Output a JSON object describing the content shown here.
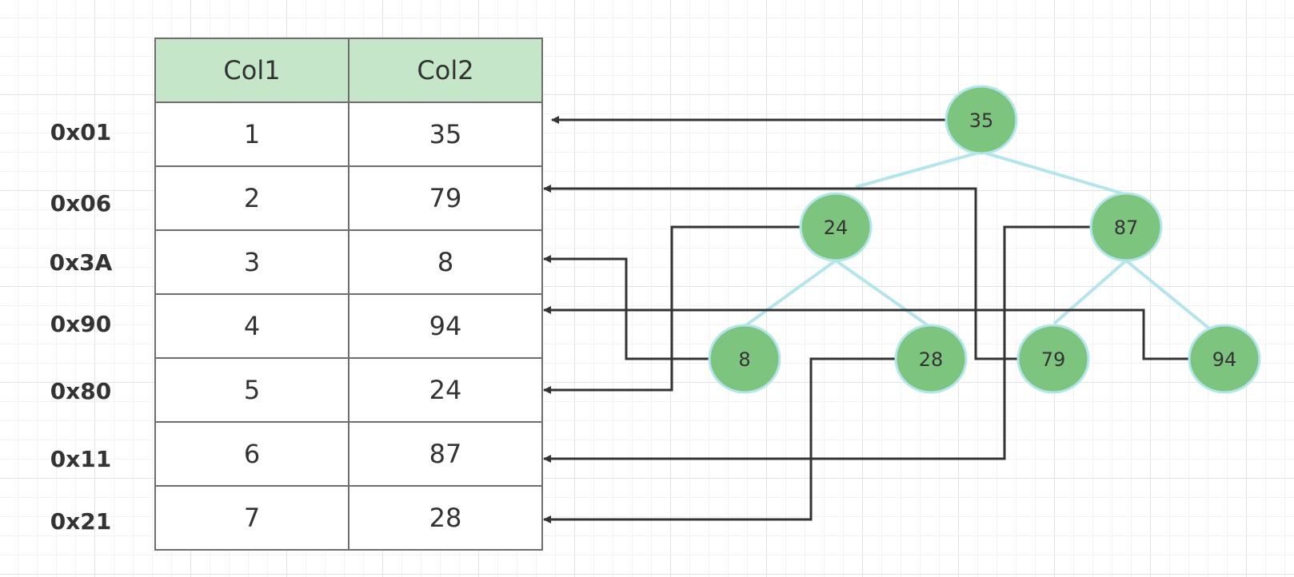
{
  "addresses": [
    "0x01",
    "0x06",
    "0x3A",
    "0x90",
    "0x80",
    "0x11",
    "0x21"
  ],
  "table": {
    "headers": [
      "Col1",
      "Col2"
    ],
    "rows": [
      [
        "1",
        "35"
      ],
      [
        "2",
        "79"
      ],
      [
        "3",
        "8"
      ],
      [
        "4",
        "94"
      ],
      [
        "5",
        "24"
      ],
      [
        "6",
        "87"
      ],
      [
        "7",
        "28"
      ]
    ]
  },
  "tree": {
    "nodes": [
      "35",
      "24",
      "87",
      "8",
      "28",
      "79",
      "94"
    ]
  },
  "colors": {
    "header_fill": "#c5e6c8",
    "node_fill": "#7dc47f",
    "node_border": "#b3e6ec",
    "edge": "#b3e6ec",
    "pointer": "#333333"
  }
}
